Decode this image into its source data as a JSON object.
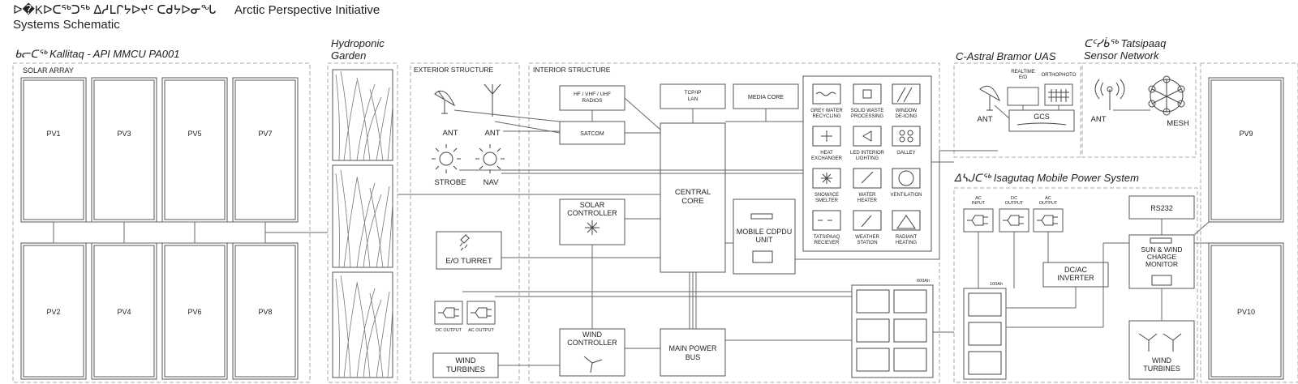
{
  "title": {
    "syllabics": "ᐅ�Kᐅᑕᖅᑐᖅ ᐃᓱᒪᒋᔭᐅᔪᑦ ᑕᑯᔭᐅᓂᖓ",
    "main": "Arctic Perspective Initiative",
    "sub": "Systems Schematic"
  },
  "sections": {
    "kallitaq": "ᑲᓕᑕᖅ Kallitaq - API MMCU PA001",
    "solar_array": "SOLAR ARRAY",
    "hydroponic": "Hydroponic Garden",
    "exterior": "EXTERIOR STRUCTURE",
    "interior": "INTERIOR STRUCTURE",
    "uas": "C-Astral Bramor UAS",
    "tatsipaaq": "ᑕᑦᓯᑳᖅ Tatsipaaq Sensor Network",
    "isagutaq": "ᐃᓴᒍᑕᖅ Isagutaq Mobile Power System"
  },
  "pv": [
    "PV1",
    "PV3",
    "PV5",
    "PV7",
    "PV2",
    "PV4",
    "PV6",
    "PV8",
    "PV9",
    "PV10"
  ],
  "exterior": {
    "ant1": "ANT",
    "ant2": "ANT",
    "strobe": "STROBE",
    "nav": "NAV",
    "eo_turret": "E/O TURRET",
    "dc_output": "DC OUTPUT",
    "ac_output": "AC OUTPUT",
    "wind_turbines": "WIND TURBINES"
  },
  "interior": {
    "radios": "HF / VHF / UHF RADIOS",
    "satcom": "SATCOM",
    "tcpip": "TCP/IP LAN",
    "media": "MEDIA CORE",
    "central": "CENTRAL CORE",
    "solar_ctrl": "SOLAR CONTROLLER",
    "mobile": "MOBILE CDPDU UNIT",
    "wind_ctrl": "WIND CONTROLLER",
    "main_bus": "MAIN POWER BUS",
    "battery_main": "600Ah"
  },
  "subsystems": [
    "GREY WATER RECYCLING",
    "SOLID WASTE PROCESSING",
    "WINDOW DE-ICING",
    "HEAT EXCHANGER",
    "LED INTERIOR LIGHTING",
    "GALLEY",
    "SNOW/ICE SMELTER",
    "WATER HEATER",
    "VENTILATION",
    "TATSIPAAQ RECIEVER",
    "WEATHER STATION",
    "RADIANT HEATING"
  ],
  "uas": {
    "ant": "ANT",
    "realtime": "REALTIME E/O",
    "orthophoto": "ORTHOPHOTO",
    "gcs": "GCS"
  },
  "sensor": {
    "ant": "ANT",
    "mesh": "MESH"
  },
  "power": {
    "ac_input": "AC INPUT",
    "dc_output": "DC OUTPUT",
    "ac_output": "AC OUTPUT",
    "battery": "100Ah",
    "inverter": "DC/AC INVERTER",
    "rs232": "RS232",
    "monitor": "SUN & WIND CHARGE MONITOR",
    "wind_turbines": "WIND TURBINES"
  }
}
